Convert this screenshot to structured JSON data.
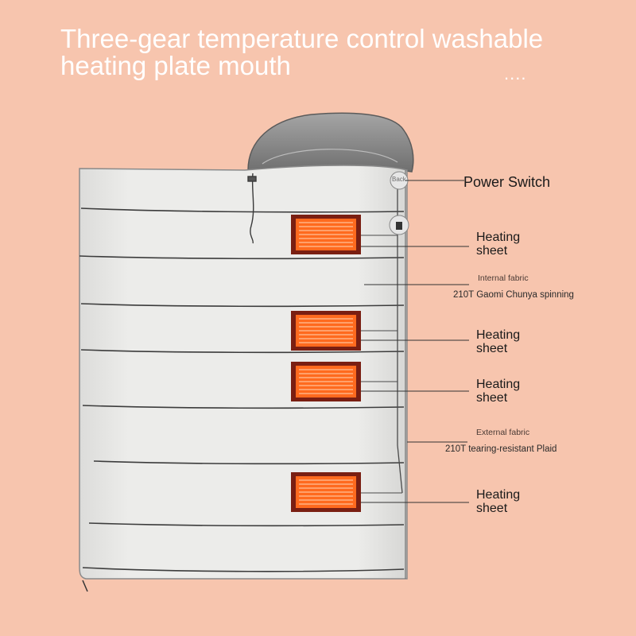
{
  "title": {
    "line1": "Three-gear temperature control washable",
    "line2": "heating plate mouth",
    "dots": "...."
  },
  "labels": {
    "power_switch": "Power Switch",
    "switch_tag": "Back",
    "heating_line1": "Heating",
    "heating_line2": "sheet",
    "internal_title": "Internal fabric",
    "internal_value": "210T Gaomi Chunya spinning",
    "external_title": "External fabric",
    "external_value": "210T tearing-resistant Plaid"
  },
  "colors": {
    "background": "#f7c5ae",
    "bag": "#e9e9e7",
    "hood": "#8f8f8f",
    "heater_frame": "#7a1f12",
    "heater_element": "#ff6a1e"
  }
}
